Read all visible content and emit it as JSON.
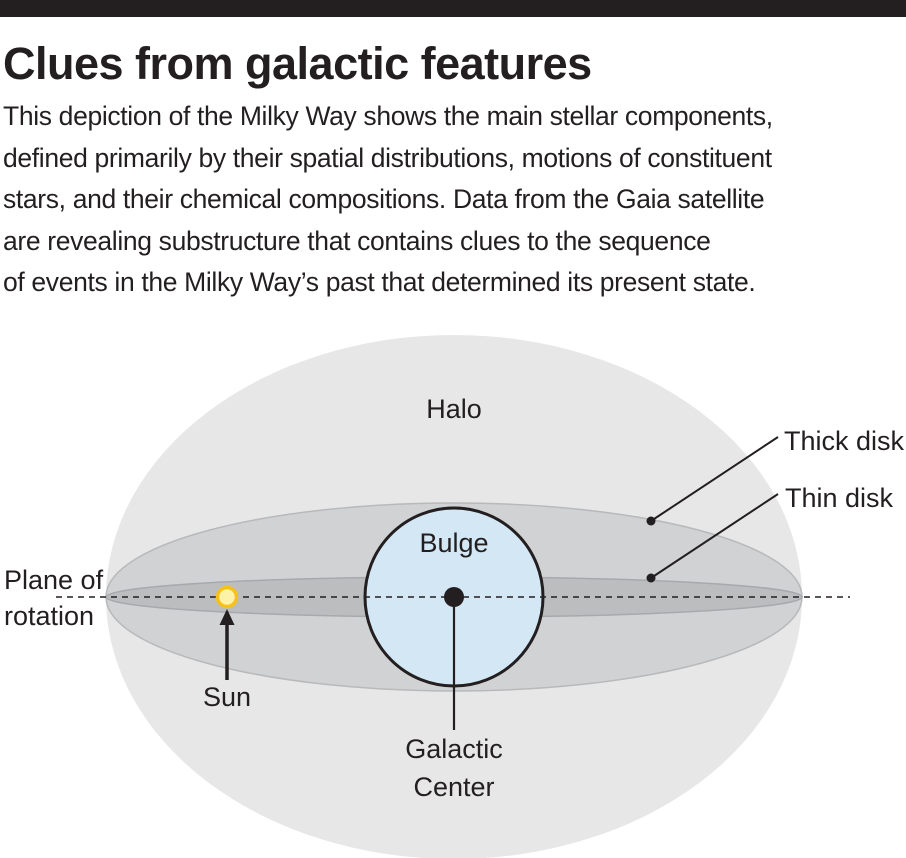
{
  "header": {
    "title": "Clues from galactic features",
    "caption_lines": [
      "This depiction of the Milky Way shows the main stellar components,",
      "defined primarily by their spatial distributions, motions of constituent",
      "stars, and their chemical compositions.  Data from the Gaia satellite",
      "are revealing substructure that contains clues to the sequence",
      "of events in the Milky Way’s past that determined its present state."
    ]
  },
  "diagram": {
    "labels": {
      "halo": "Halo",
      "thick_disk": "Thick disk",
      "thin_disk": "Thin disk",
      "bulge": "Bulge",
      "plane_line1": "Plane of",
      "plane_line2": "rotation",
      "sun": "Sun",
      "center_line1": "Galactic",
      "center_line2": "Center"
    },
    "colors": {
      "halo": "#e7e7e8",
      "thick_disk": "#d1d2d4",
      "thin_disk": "#bbbdbf",
      "bulge": "#d4e7f4",
      "sun": "#fdf3a8",
      "sun_ring": "#f6c11b",
      "ink": "#231f20"
    }
  }
}
